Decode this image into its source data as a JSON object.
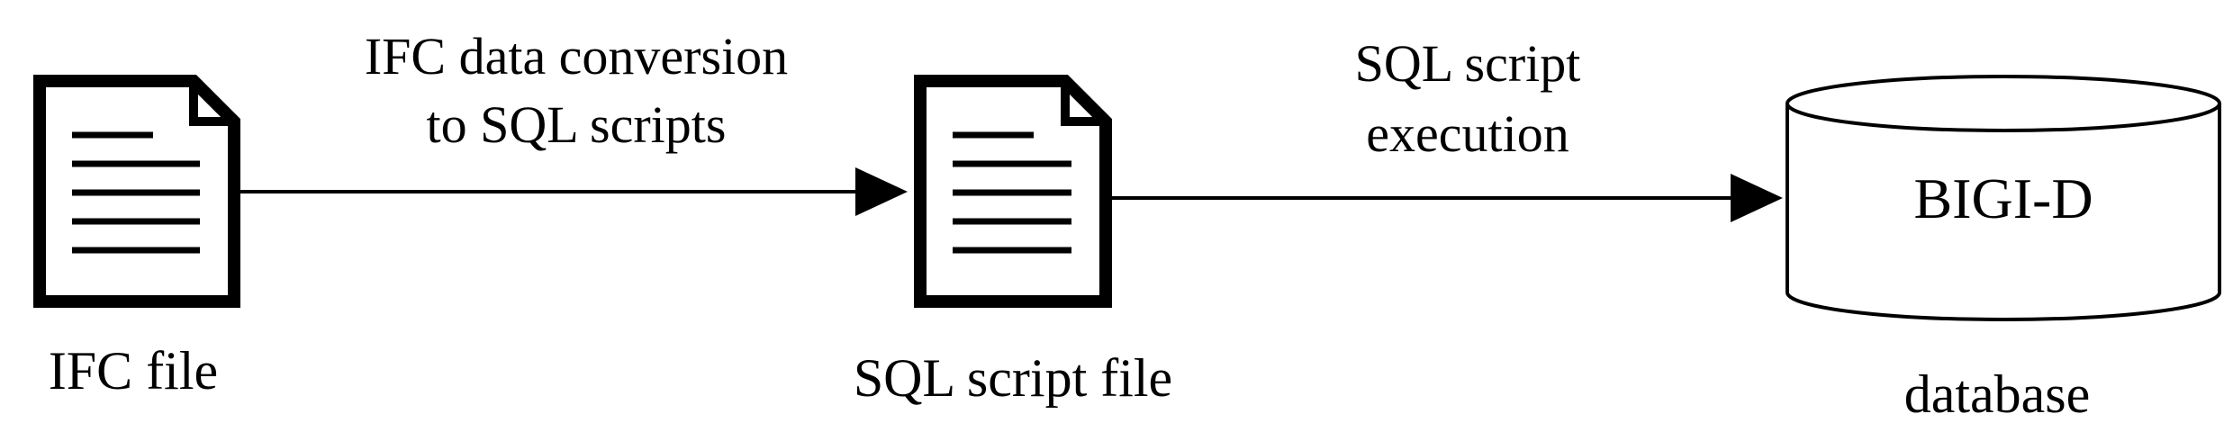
{
  "nodes": {
    "ifc_file": {
      "label": "IFC file"
    },
    "sql_file": {
      "label": "SQL script file"
    },
    "database": {
      "inner_label": "BIGI-D",
      "label": "database"
    }
  },
  "edges": {
    "conversion": {
      "line1": "IFC data conversion",
      "line2": "to SQL scripts"
    },
    "execution": {
      "line1": "SQL script",
      "line2": "execution"
    }
  },
  "colors": {
    "stroke": "#000000",
    "background": "#ffffff"
  }
}
